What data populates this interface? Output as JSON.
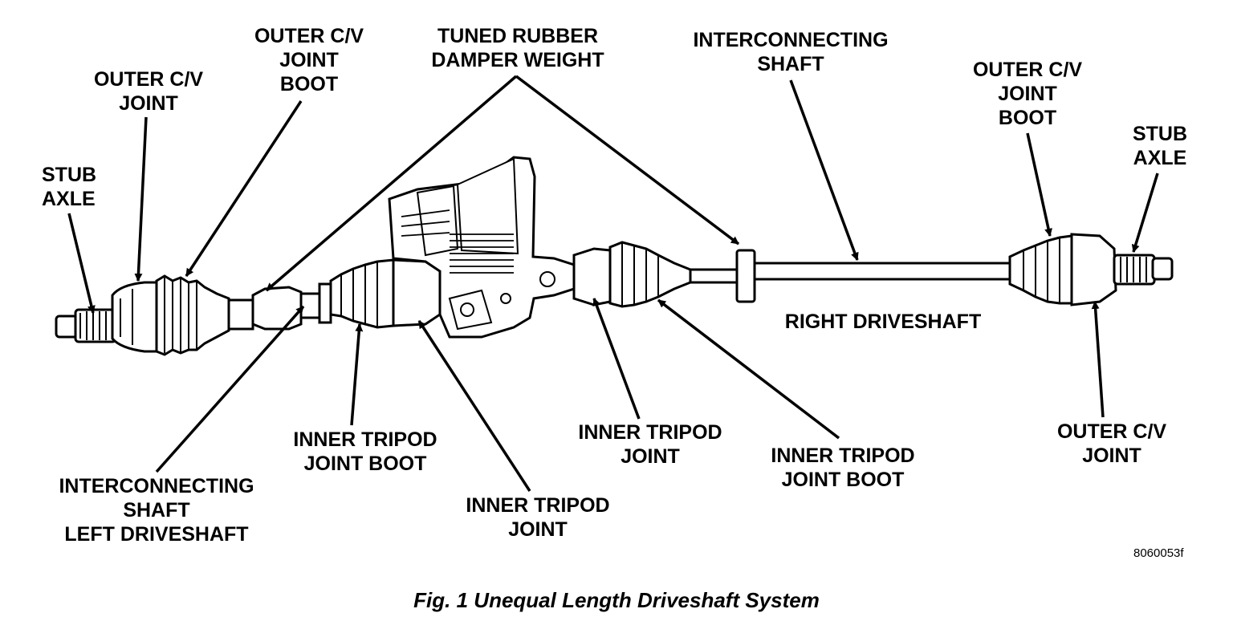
{
  "labels": {
    "stub_axle_left": [
      "STUB",
      "AXLE"
    ],
    "outer_cv_joint_left": [
      "OUTER C/V",
      "JOINT"
    ],
    "outer_cv_boot_left": [
      "OUTER C/V",
      "JOINT",
      "BOOT"
    ],
    "tuned_damper": [
      "TUNED RUBBER",
      "DAMPER WEIGHT"
    ],
    "interconnecting_shaft_right": [
      "INTERCONNECTING",
      "SHAFT"
    ],
    "outer_cv_boot_right": [
      "OUTER C/V",
      "JOINT",
      "BOOT"
    ],
    "stub_axle_right": [
      "STUB",
      "AXLE"
    ],
    "right_driveshaft": [
      "RIGHT DRIVESHAFT"
    ],
    "interconnecting_left_driveshaft": [
      "INTERCONNECTING",
      "SHAFT",
      "LEFT DRIVESHAFT"
    ],
    "inner_tripod_boot_left": [
      "INNER TRIPOD",
      "JOINT BOOT"
    ],
    "inner_tripod_joint_left": [
      "INNER TRIPOD",
      "JOINT"
    ],
    "inner_tripod_joint_right": [
      "INNER TRIPOD",
      "JOINT"
    ],
    "inner_tripod_boot_right": [
      "INNER TRIPOD",
      "JOINT BOOT"
    ],
    "outer_cv_joint_right": [
      "OUTER C/V",
      "JOINT"
    ]
  },
  "figure_code": "8060053f",
  "caption": "Fig. 1 Unequal Length Driveshaft System"
}
